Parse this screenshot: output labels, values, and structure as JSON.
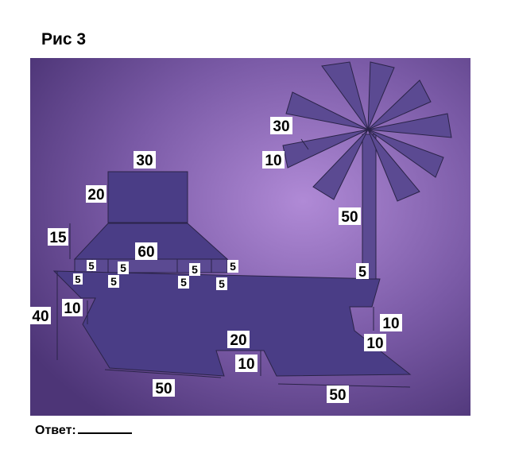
{
  "header": {
    "title": "Рис 3"
  },
  "footer": {
    "answer_label": "Ответ:"
  },
  "colors": {
    "background": "#7a5aa6",
    "shape": "#4a3d86",
    "line": "#2a2348"
  },
  "labels": {
    "chimney_width": "30",
    "chimney_height": "20",
    "cabin_height": "15",
    "cabin_width": "60",
    "step_a": "5",
    "step_b": "5",
    "step_c": "5",
    "step_d": "5",
    "step_e": "5",
    "step_f": "5",
    "step_g": "5",
    "step_h": "5",
    "hull_height": "40",
    "left_notch": "10",
    "bottom_left_length": "50",
    "keel_width": "20",
    "keel_height": "10",
    "bottom_right_length": "50",
    "right_notch_height": "10",
    "right_notch_width": "10",
    "mast_height": "50",
    "mast_width": "5",
    "blade_angle": "30",
    "blade_length": "10"
  }
}
